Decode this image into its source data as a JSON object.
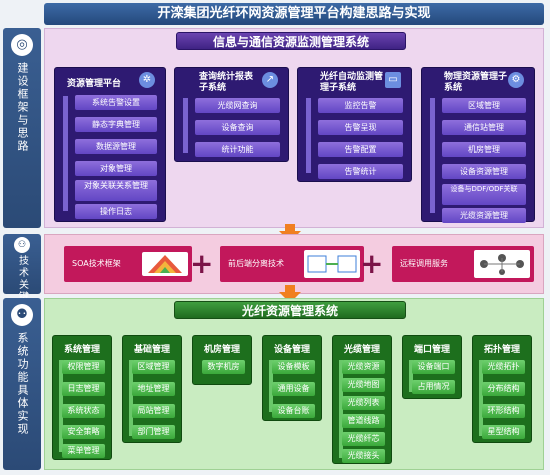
{
  "title": "开滦集团光纤环网资源管理平台构建思路与实现",
  "left_labels": {
    "s1": "建设框架与思路",
    "s2": "技术关键",
    "s3": "系统功能具体实现"
  },
  "sec1": {
    "banner": "信息与通信资源监测管理系统",
    "modules": [
      {
        "title": "资源管理平台",
        "icon": "sparkle-cluster-icon",
        "items": [
          "系统告警设置",
          "静态字典管理",
          "数据源管理",
          "对象管理",
          "对象关联关系管理",
          "操作日志"
        ]
      },
      {
        "title": "查询统计报表子系统",
        "icon": "chart-trend-icon",
        "items": [
          "光缆网查询",
          "设备查询",
          "统计功能"
        ]
      },
      {
        "title": "光纤自动监测管理子系统",
        "icon": "monitor-icon",
        "items": [
          "监控告警",
          "告警呈现",
          "告警配置",
          "告警统计"
        ]
      },
      {
        "title": "物理资源管理子系统",
        "icon": "gear-icon",
        "items": [
          "区域管理",
          "通信站管理",
          "机房管理",
          "设备资源管理",
          "设备与DDF/ODF关联",
          "光缆资源管理"
        ]
      }
    ]
  },
  "sec2": {
    "items": [
      "SOA技术框架",
      "前后端分离技术",
      "远程调用服务"
    ]
  },
  "sec3": {
    "banner": "光纤资源管理系统",
    "modules": [
      {
        "title": "系统管理",
        "items": [
          "权限管理",
          "日志管理",
          "系统状态",
          "安全策略",
          "菜单管理"
        ]
      },
      {
        "title": "基础管理",
        "items": [
          "区域管理",
          "地址管理",
          "局站管理",
          "部门管理"
        ]
      },
      {
        "title": "机房管理",
        "items": [
          "数字机房"
        ]
      },
      {
        "title": "设备管理",
        "items": [
          "设备模板",
          "通用设备",
          "设备台账"
        ]
      },
      {
        "title": "光缆管理",
        "items": [
          "光缆资源",
          "光缆地图",
          "光缆列表",
          "管道线路",
          "光缆纤芯",
          "光缆接头"
        ]
      },
      {
        "title": "端口管理",
        "items": [
          "设备端口",
          "占用情况"
        ]
      },
      {
        "title": "拓扑管理",
        "items": [
          "光缆拓扑",
          "分布结构",
          "环形结构",
          "星型结构"
        ]
      }
    ]
  }
}
